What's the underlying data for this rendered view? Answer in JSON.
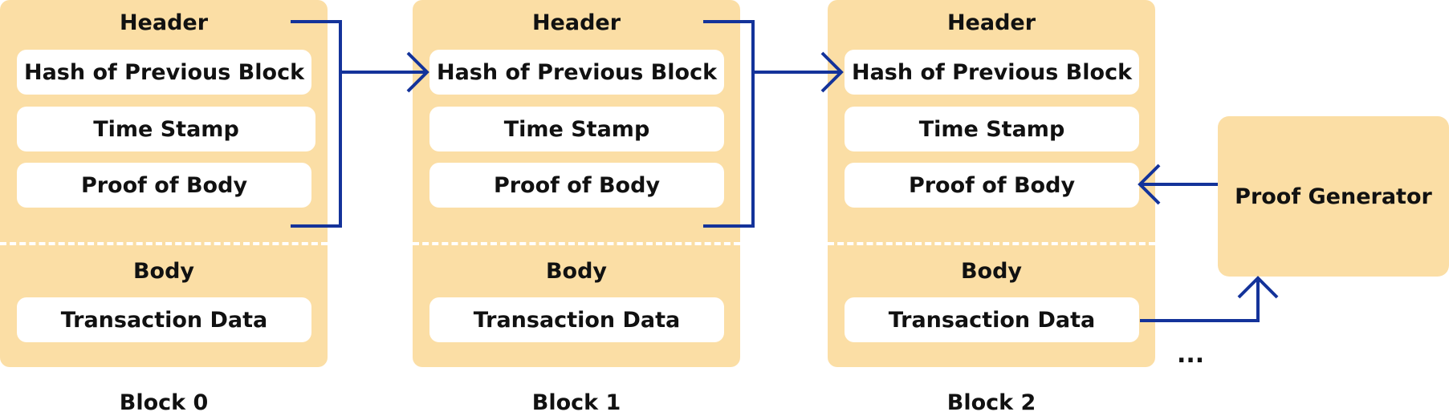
{
  "blocks": [
    {
      "header_label": "Header",
      "fields": [
        "Hash of Previous Block",
        "Time Stamp",
        "Proof of Body"
      ],
      "body_label": "Body",
      "body_field": "Transaction Data",
      "caption": "Block 0"
    },
    {
      "header_label": "Header",
      "fields": [
        "Hash of Previous Block",
        "Time Stamp",
        "Proof of Body"
      ],
      "body_label": "Body",
      "body_field": "Transaction Data",
      "caption": "Block 1"
    },
    {
      "header_label": "Header",
      "fields": [
        "Hash of Previous Block",
        "Time Stamp",
        "Proof of Body"
      ],
      "body_label": "Body",
      "body_field": "Transaction Data",
      "caption": "Block 2"
    }
  ],
  "proof_generator": {
    "label": "Proof Generator"
  },
  "ellipsis": "...",
  "colors": {
    "block_fill": "#fbdea5",
    "field_fill": "#ffffff",
    "arrow": "#14339a"
  }
}
